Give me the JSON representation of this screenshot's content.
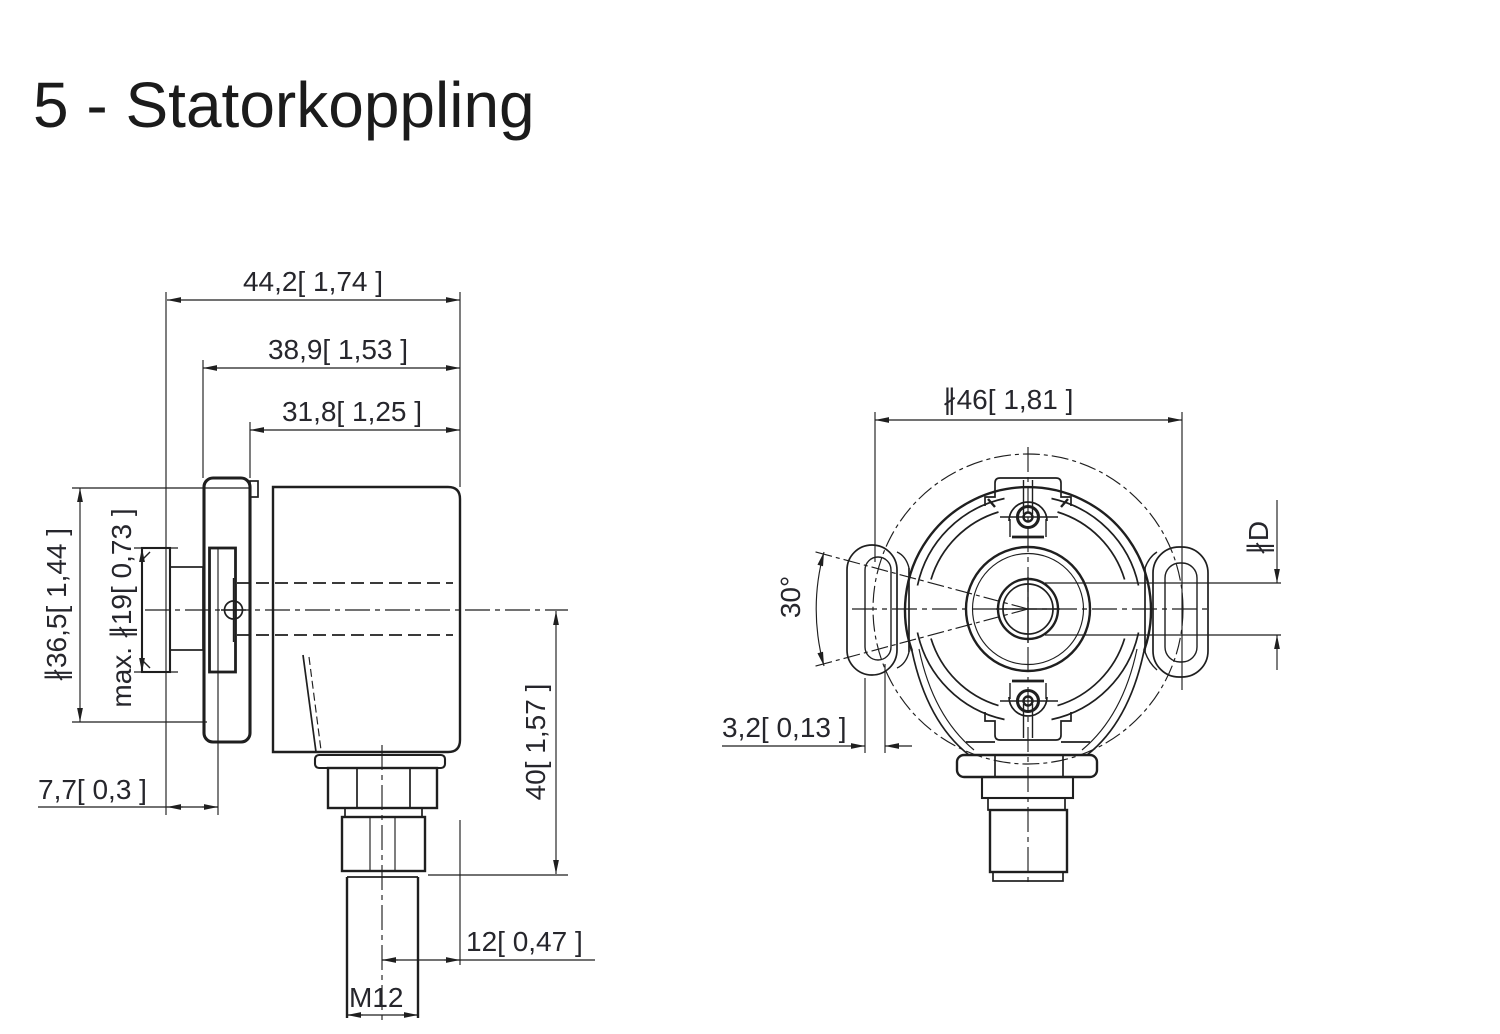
{
  "title": "5 - Statorkoppling",
  "colors": {
    "line": "#1f1f1f",
    "dim_text": "#26262c",
    "background": "#ffffff"
  },
  "side_view": {
    "dims": {
      "total_depth": "44,2[ 1,74 ]",
      "body_depth": "38,9[ 1,53 ]",
      "housing_depth": "31,8[ 1,25 ]",
      "flange_diameter": "∦36,5[ 1,44 ]",
      "hub_diameter": "max. ∦19[ 0,73 ]",
      "flange_offset": "7,7[ 0,3 ]",
      "connector_drop": "40[ 1,57 ]",
      "connector_offset": "12[ 0,47 ]",
      "thread": "M12"
    }
  },
  "front_view": {
    "dims": {
      "outer_diameter": "∦46[ 1,81 ]",
      "shaft_bore": "∦D",
      "slot_angle": "30°",
      "slot_width": "3,2[ 0,13 ]"
    }
  }
}
